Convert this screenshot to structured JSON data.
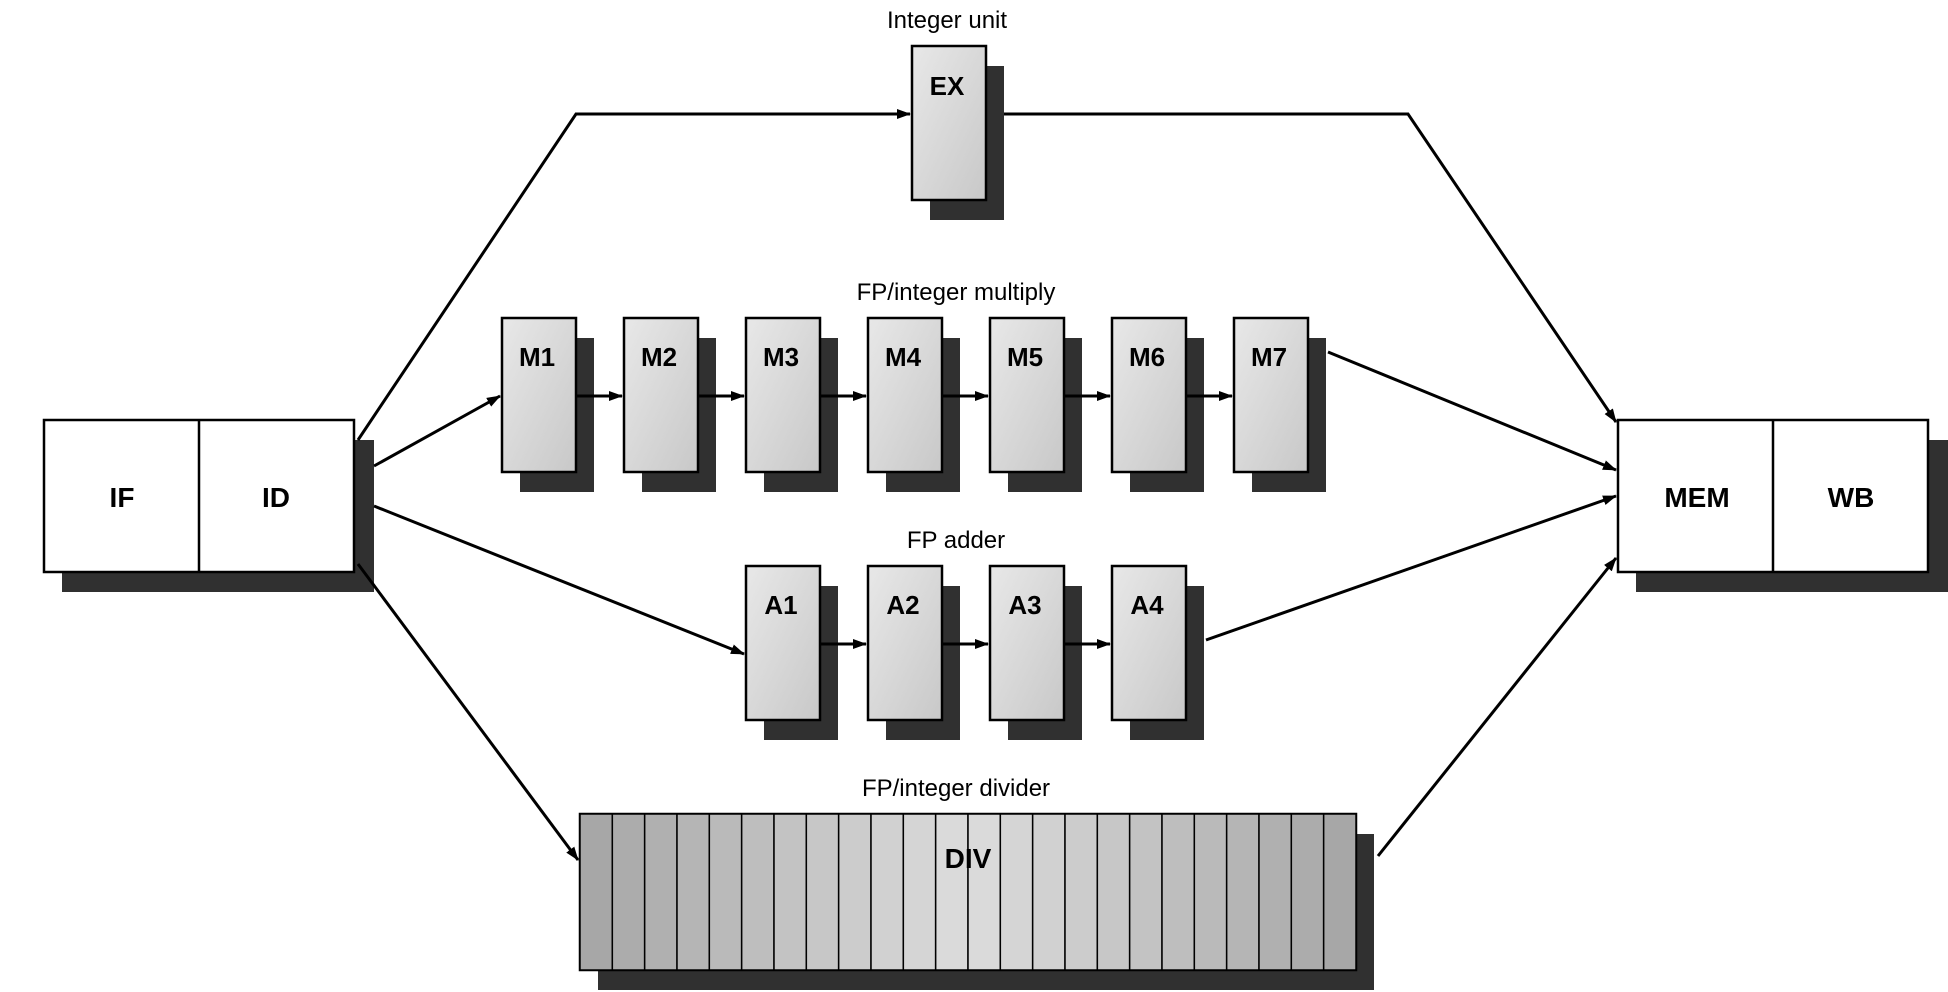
{
  "groups": {
    "integer_unit": "Integer unit",
    "fp_multiply": "FP/integer multiply",
    "fp_adder": "FP adder",
    "fp_divider": "FP/integer divider"
  },
  "stages": {
    "if": "IF",
    "id": "ID",
    "ex": "EX",
    "m1": "M1",
    "m2": "M2",
    "m3": "M3",
    "m4": "M4",
    "m5": "M5",
    "m6": "M6",
    "m7": "M7",
    "a1": "A1",
    "a2": "A2",
    "a3": "A3",
    "a4": "A4",
    "div": "DIV",
    "mem": "MEM",
    "wb": "WB"
  },
  "colors": {
    "shadow": "#303030",
    "stage_fill": "#dcdcdc",
    "div_fill": "#b8b8b8",
    "stroke": "#000000"
  }
}
